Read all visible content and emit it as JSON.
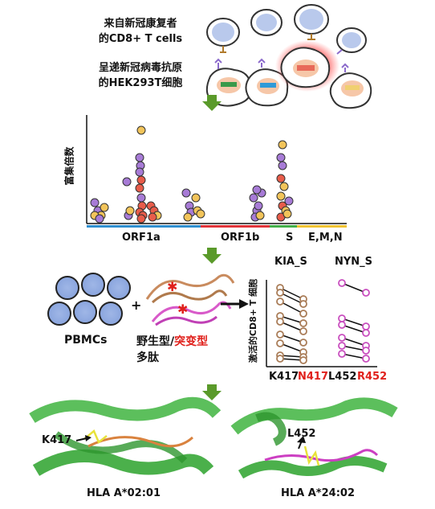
{
  "section1": {
    "cd8_line1": "来自新冠康复者",
    "cd8_line2": "的CD8+ T cells",
    "hek_line1": "呈递新冠病毒抗原",
    "hek_line2": "的HEK293T细胞"
  },
  "scatter": {
    "ylabel": "富集倍数",
    "regions": [
      {
        "label": "ORF1a",
        "color": "#2f8fd0"
      },
      {
        "label": "ORF1b",
        "color": "#e2343a"
      },
      {
        "label": "S",
        "color": "#43b04a"
      },
      {
        "label": "E,M,N",
        "color": "#f0c330"
      }
    ]
  },
  "section3": {
    "pbmc_label": "PBMCs",
    "plus": "+",
    "peptide_wt": "野生型",
    "peptide_sep": "/",
    "peptide_mut": "突变型",
    "peptide_line2": "多肽",
    "plot_ylabel": "激活的CD8+ T 细胞",
    "panel_left_title": "KIA_S",
    "panel_right_title": "NYN_S",
    "left_wt": "K417",
    "left_mut": "N417",
    "right_wt": "L452",
    "right_mut": "R452"
  },
  "section4": {
    "left_site": "K417",
    "left_hla": "HLA A*02:01",
    "right_site": "L452",
    "right_hla": "HLA A*24:02"
  },
  "colors": {
    "arrow": "#5a9a2a",
    "purple": "#a77bd6",
    "red": "#e85c4a",
    "yellow": "#f2c45a",
    "mutant_red": "#e0201b",
    "brown": "#a97c57",
    "magenta": "#c94fbf"
  }
}
